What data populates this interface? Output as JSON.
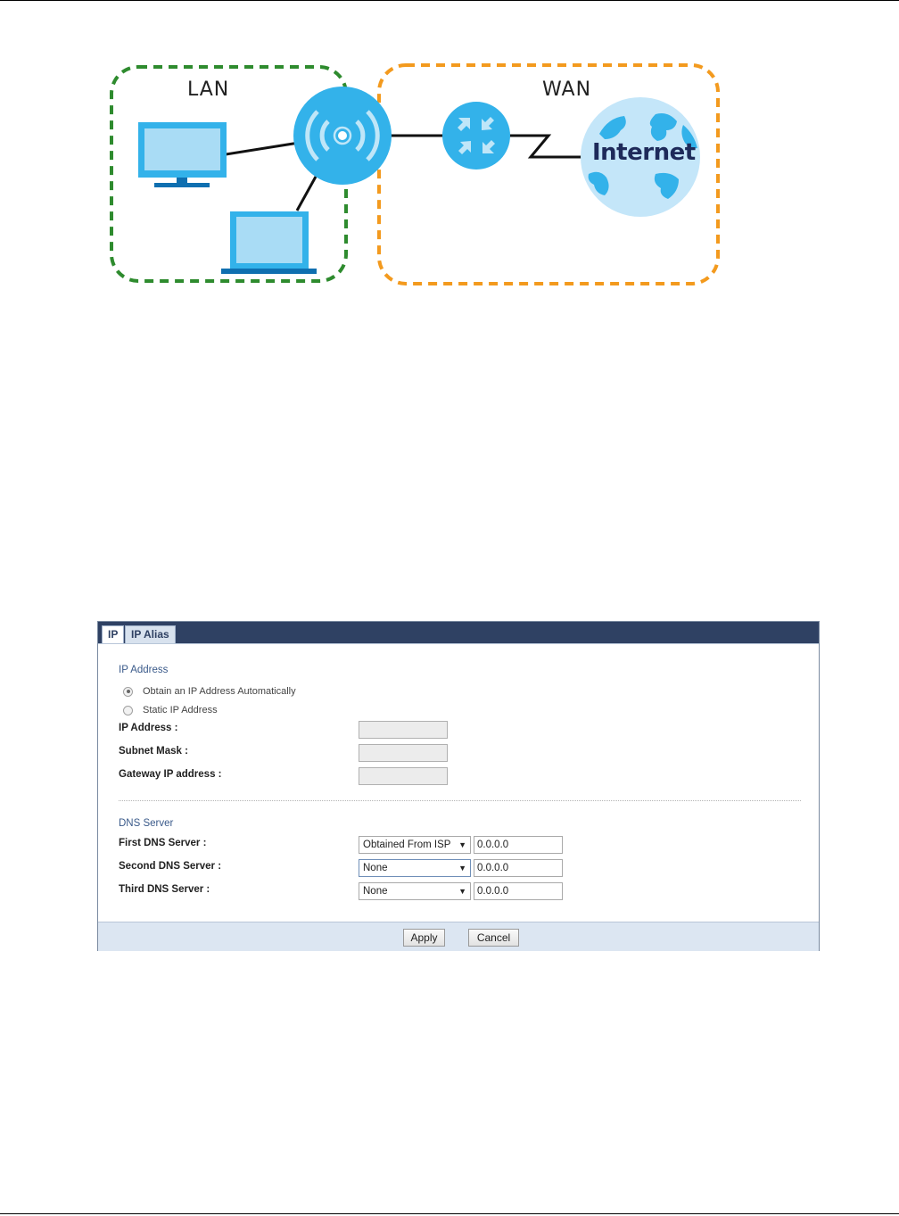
{
  "diagram": {
    "lan_label": "LAN",
    "wan_label": "WAN",
    "internet_label": "Internet",
    "colors": {
      "lan_border": "#2e8b2e",
      "wan_border": "#f39a1e",
      "device_blue": "#33b2ea",
      "internet_text": "#1e2a5a"
    }
  },
  "tabs": [
    {
      "label": "IP"
    },
    {
      "label": "IP Alias"
    }
  ],
  "ip_section": {
    "title": "IP Address",
    "radio_auto": "Obtain an IP Address Automatically",
    "radio_static": "Static IP Address",
    "ip_label": "IP Address :",
    "subnet_label": "Subnet Mask :",
    "gateway_label": "Gateway IP address :"
  },
  "dns_section": {
    "title": "DNS Server",
    "first_label": "First DNS Server :",
    "first_select": "Obtained From ISP",
    "first_value": "0.0.0.0",
    "second_label": "Second DNS Server :",
    "second_select": "None",
    "second_value": "0.0.0.0",
    "third_label": "Third DNS Server :",
    "third_select": "None",
    "third_value": "0.0.0.0"
  },
  "buttons": {
    "apply": "Apply",
    "cancel": "Cancel"
  }
}
